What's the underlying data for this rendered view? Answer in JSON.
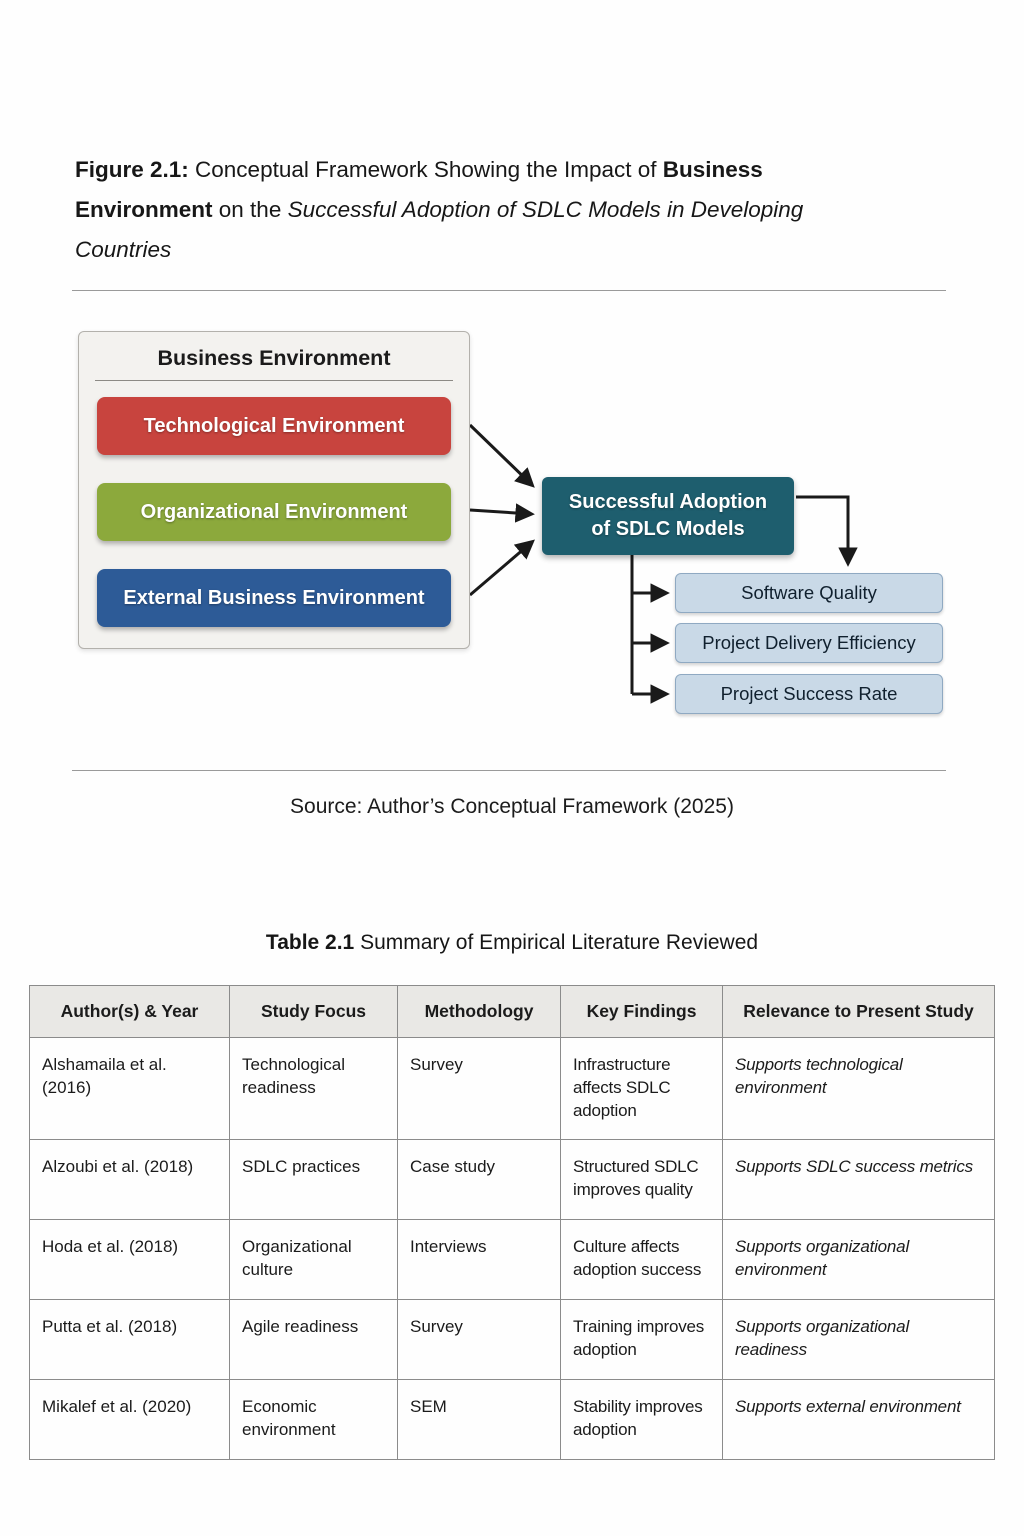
{
  "figure": {
    "label": "Figure 2.1:",
    "caption_part1": " Conceptual Framework Showing the Impact of ",
    "caption_bold": "Business Environment",
    "caption_part2": " on the ",
    "caption_italic": "Successful Adoption of SDLC Models in Developing Countries"
  },
  "diagram": {
    "group_title": "Business Environment",
    "inputs": [
      {
        "label": "Technological Environment",
        "color": "#c8443e"
      },
      {
        "label": "Organizational Environment",
        "color": "#8ca93c"
      },
      {
        "label": "External Business Environment",
        "color": "#2d5b97"
      }
    ],
    "center": {
      "line1": "Successful Adoption",
      "line2": "of SDLC Models",
      "color": "#1e5e6e"
    },
    "outcomes": [
      {
        "label": "Software Quality"
      },
      {
        "label": "Project Delivery Efficiency"
      },
      {
        "label": "Project Success Rate"
      }
    ],
    "arrow_color": "#1a1a1a",
    "outcome_bg": "#c9d9e7"
  },
  "source_note": "Source: Author’s Conceptual Framework (2025)",
  "table": {
    "title_label": "Table 2.1",
    "title_rest": " Summary of Empirical Literature Reviewed",
    "headers": [
      "Author(s) & Year",
      "Study Focus",
      "Methodology",
      "Key Findings",
      "Relevance to Present Study"
    ],
    "rows": [
      {
        "author": "Alshamaila et al. (2016)",
        "focus": "Technological readiness",
        "method": "Survey",
        "findings": "Infrastructure affects SDLC adoption",
        "relevance": "Supports technological environment"
      },
      {
        "author": "Alzoubi et al. (2018)",
        "focus": "SDLC practices",
        "method": "Case study",
        "findings": "Structured SDLC improves quality",
        "relevance": "Supports SDLC success metrics"
      },
      {
        "author": "Hoda et al. (2018)",
        "focus": "Organizational culture",
        "method": "Interviews",
        "findings": "Culture affects adoption success",
        "relevance": "Supports organizational environment"
      },
      {
        "author": "Putta et al. (2018)",
        "focus": "Agile readiness",
        "method": "Survey",
        "findings": "Training improves adoption",
        "relevance": "Supports organizational readiness"
      },
      {
        "author": "Mikalef et al. (2020)",
        "focus": "Economic environment",
        "method": "SEM",
        "findings": "Stability improves adoption",
        "relevance": "Supports external environment"
      }
    ]
  }
}
